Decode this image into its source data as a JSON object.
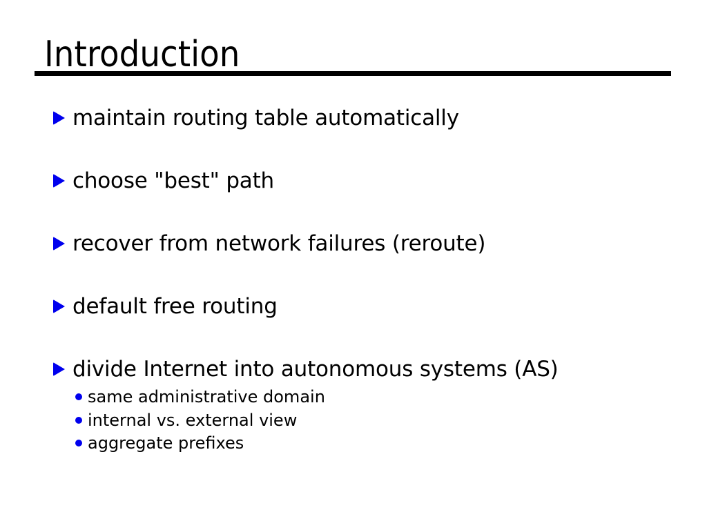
{
  "slide": {
    "title": "Introduction",
    "bullets": [
      {
        "label": "maintain routing table automatically"
      },
      {
        "label": "choose \"best\" path"
      },
      {
        "label": "recover from network failures (reroute)"
      },
      {
        "label": "default free routing"
      },
      {
        "label": "divide Internet into autonomous systems (AS)",
        "children": [
          {
            "label": "same administrative domain"
          },
          {
            "label": "internal vs. external view"
          },
          {
            "label": "aggregate prefixes"
          }
        ]
      }
    ],
    "colors": {
      "bullet_accent": "#0000ee",
      "text": "#000000",
      "title_rule": "#000000",
      "background": "#ffffff"
    }
  }
}
